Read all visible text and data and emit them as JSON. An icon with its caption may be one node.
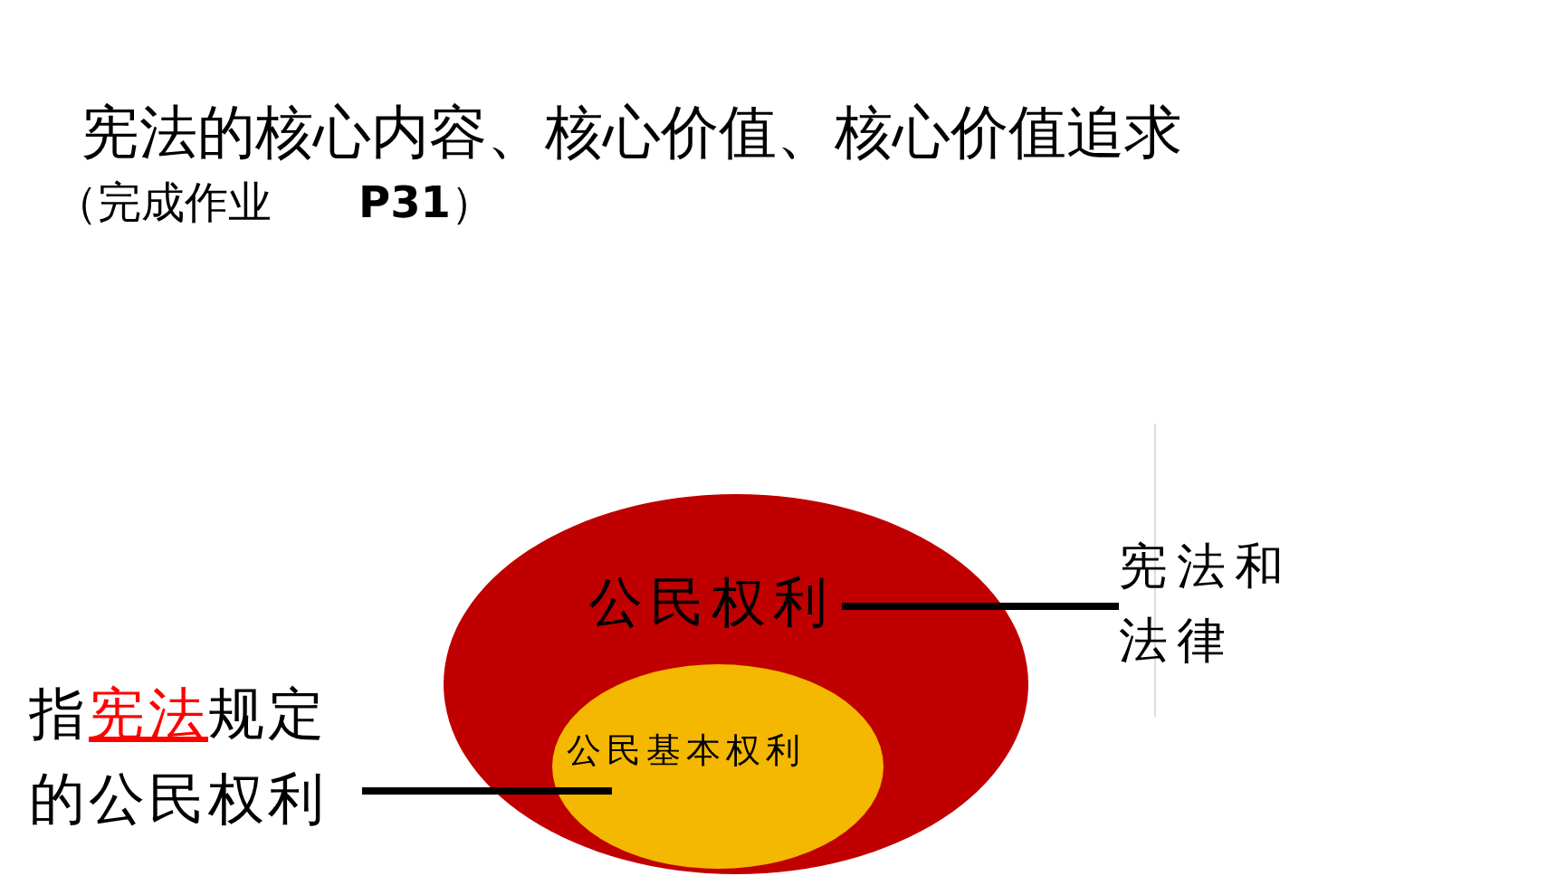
{
  "diagram": {
    "title": "宪法的核心内容、核心价值、核心价值追求",
    "nodes": [
      {
        "text": [
          "公民权利"
        ]
      },
      {
        "text": [
          "公民基本权利"
        ],
        "in": 0
      },
      {
        "text": [
          "宪法和法律"
        ]
      },
      {
        "text": [
          "指**宪法**规定的公民权利"
        ]
      }
    ],
    "edges": [
      {
        "from": 0,
        "to": 2,
        "arrow": "none"
      },
      {
        "from": 3,
        "to": 1,
        "arrow": "none"
      }
    ],
    "labels": [
      "（完成作业　　**P31**）"
    ]
  }
}
